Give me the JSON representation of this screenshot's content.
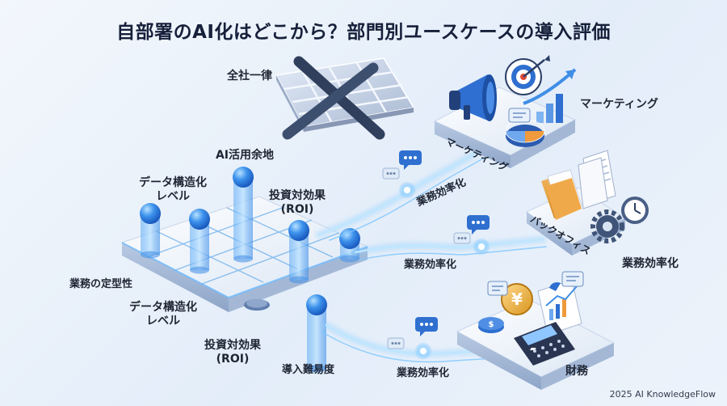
{
  "title": "自部署のAI化はどこから？部門別ユースケースの導入評価",
  "top_label": "全社一律",
  "axes": {
    "ai_room": "AI活用余地",
    "data_structure_a": "データ構造化\nレベル",
    "roi_a": "投資対効果\n(ROI)",
    "routine": "業務の定型性",
    "data_structure_b": "データ構造化\nレベル",
    "roi_b": "投資対効果\n(ROI)",
    "difficulty": "導入難易度"
  },
  "departments": {
    "marketing": {
      "label": "マーケティング",
      "platform": "マーケティング"
    },
    "backoffice": {
      "label": "業務効率化",
      "platform": "バックオフィス"
    },
    "finance": {
      "label": "財務"
    }
  },
  "flows": {
    "to_marketing": "業務効率化",
    "to_backoffice": "業務効率化",
    "to_finance": "業務効率化"
  },
  "currency_symbol": "¥",
  "dollar_symbol": "$",
  "footer": "2025 AI KnowledgeFlow",
  "colors": {
    "accent": "#2f7de1",
    "glow": "#7cc6ff",
    "dark_x": "#3d4f6e"
  }
}
